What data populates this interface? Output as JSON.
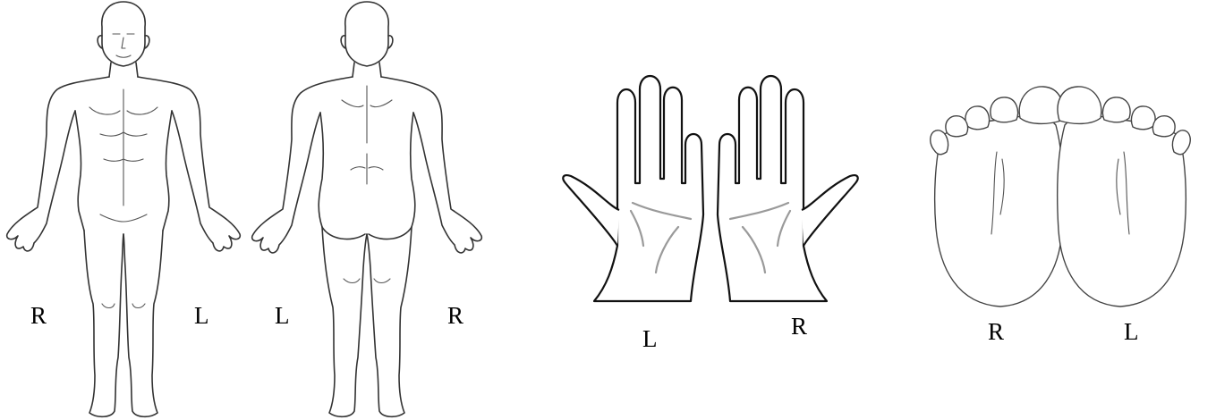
{
  "figures": {
    "body_front": {
      "left_side_label": "R",
      "right_side_label": "L"
    },
    "body_back": {
      "left_side_label": "L",
      "right_side_label": "R"
    },
    "hand_left": {
      "label": "L"
    },
    "hand_right": {
      "label": "R"
    },
    "foot_left_image": {
      "label": "R"
    },
    "foot_right_image": {
      "label": "L"
    }
  },
  "colors": {
    "outline": "#333333",
    "palm_lines": "#9a9a9a",
    "background": "#ffffff"
  }
}
